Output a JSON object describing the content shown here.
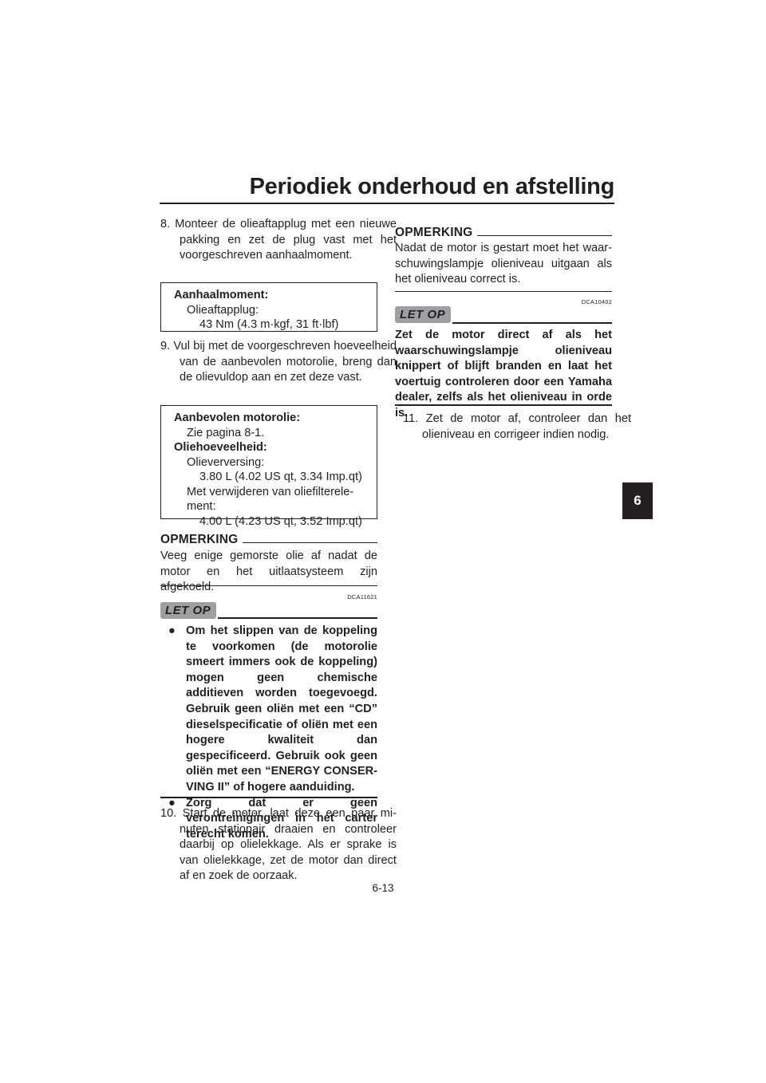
{
  "header": {
    "title": "Periodiek onderhoud en afstelling"
  },
  "chapter_tab": "6",
  "left": {
    "step8": "8. Monteer de olieaftapplug met een nieuwe pakking en zet de plug vast met het voorgeschreven aanhaalmo­ment.",
    "torque_box": {
      "heading": "Aanhaalmoment:",
      "item": "Olieaftapplug:",
      "value": "43 Nm (4.3 m·kgf, 31 ft·lbf)"
    },
    "step9": "9. Vul bij met de voorgeschreven hoe­veelheid van de aanbevolen motor­olie, breng dan de olievuldop aan en zet deze vast.",
    "oil_box": {
      "heading1": "Aanbevolen motorolie:",
      "line1": "Zie pagina 8-1.",
      "heading2": "Oliehoeveelheid:",
      "line2": "Olieverversing:",
      "line3": "3.80 L (4.02 US qt, 3.34 Imp.qt)",
      "line4": "Met verwijderen van oliefilterele-",
      "line5": "ment:",
      "line6": "4.00 L (4.23 US qt, 3.52 Imp.qt)"
    },
    "note_title": "OPMERKING",
    "note_text": "Veeg enige gemorste olie af nadat de motor en het uitlaatsysteem zijn afgekoeld.",
    "caution_code": "DCA11621",
    "caution_label": "LET OP",
    "caution_bullets": [
      "Om het slippen van de koppeling te voorkomen (de motorolie smeert immers ook de koppeling) mogen geen chemische additieven worden toegevoegd. Gebruik geen oliën met een “CD” dieselspecificatie of oliën met een hogere kwaliteit dan gespecificeerd. Gebruik ook geen oliën met een “ENERGY CONSER­VING II” of hogere aanduiding.",
      "Zorg dat er geen verontreinigingen in het carter terecht komen."
    ],
    "step10": "10. Start de motor, laat deze een paar mi­nuten stationair draaien en controleer daarbij op olielekkage. Als er sprake is van olielekkage, zet de motor dan di­rect af en zoek de oorzaak."
  },
  "right": {
    "note_title": "OPMERKING",
    "note_text": "Nadat de motor is gestart moet het waar­schuwingslampje olieniveau uitgaan als het olieniveau correct is.",
    "caution_code": "DCA10402",
    "caution_label": "LET OP",
    "caution_text": "Zet de motor direct af als het waarschu­wingslampje olieniveau knippert of blijft branden en laat het voertuig controleren door een Yamaha dealer, zelfs als het olieniveau in orde is.",
    "step11": "11. Zet de motor af, controleer dan het olieniveau en corrigeer indien nodig."
  },
  "page_number": "6-13",
  "bullet_glyph": "●"
}
